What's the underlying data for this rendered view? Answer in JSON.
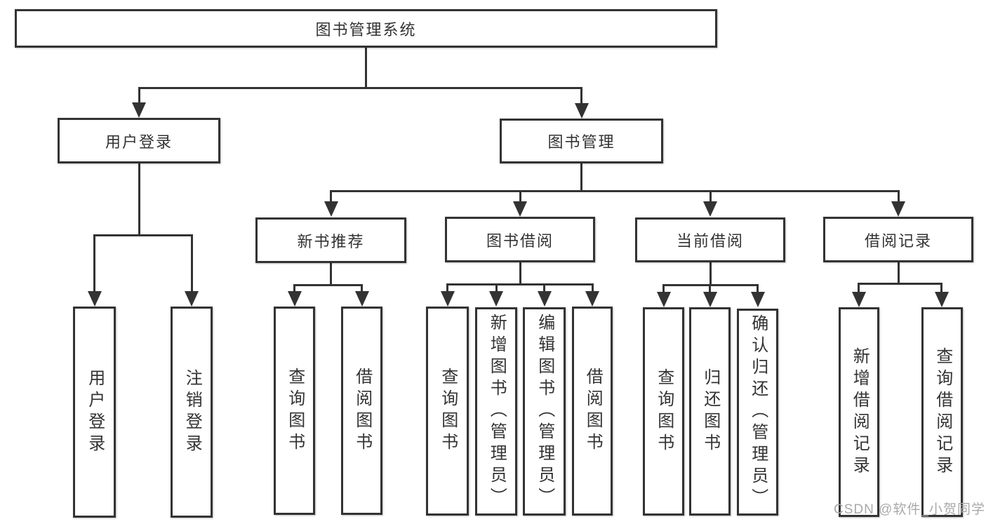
{
  "diagram": {
    "type": "hierarchy-tree",
    "nodes": {
      "root": {
        "label": "图书管理系统"
      },
      "user_login": {
        "label": "用户登录",
        "children": {
          "login": {
            "label": "用户登录"
          },
          "logout": {
            "label": "注销登录"
          }
        }
      },
      "book_mgmt": {
        "label": "图书管理",
        "children": {
          "new_book_rec": {
            "label": "新书推荐",
            "children": {
              "query_book": {
                "label": "查询图书"
              },
              "borrow_book": {
                "label": "借阅图书"
              }
            }
          },
          "book_borrow": {
            "label": "图书借阅",
            "children": {
              "query_book": {
                "label": "查询图书"
              },
              "add_book": {
                "label": "新增图书（管理员）"
              },
              "edit_book": {
                "label": "编辑图书（管理员）"
              },
              "borrow_book": {
                "label": "借阅图书"
              }
            }
          },
          "current_borrow": {
            "label": "当前借阅",
            "children": {
              "query_book": {
                "label": "查询图书"
              },
              "return_book": {
                "label": "归还图书"
              },
              "confirm_return": {
                "label": "确认归还（管理员）"
              }
            }
          },
          "borrow_records": {
            "label": "借阅记录",
            "children": {
              "add_record": {
                "label": "新增借阅记录"
              },
              "query_record": {
                "label": "查询借阅记录"
              }
            }
          }
        }
      }
    },
    "colors": {
      "line": "#333333",
      "box_border": "#333333",
      "text": "#333333",
      "background": "#ffffff",
      "watermark": "#a9a9a9"
    }
  },
  "watermark": {
    "text": "CSDN @软件_小贺同学"
  }
}
